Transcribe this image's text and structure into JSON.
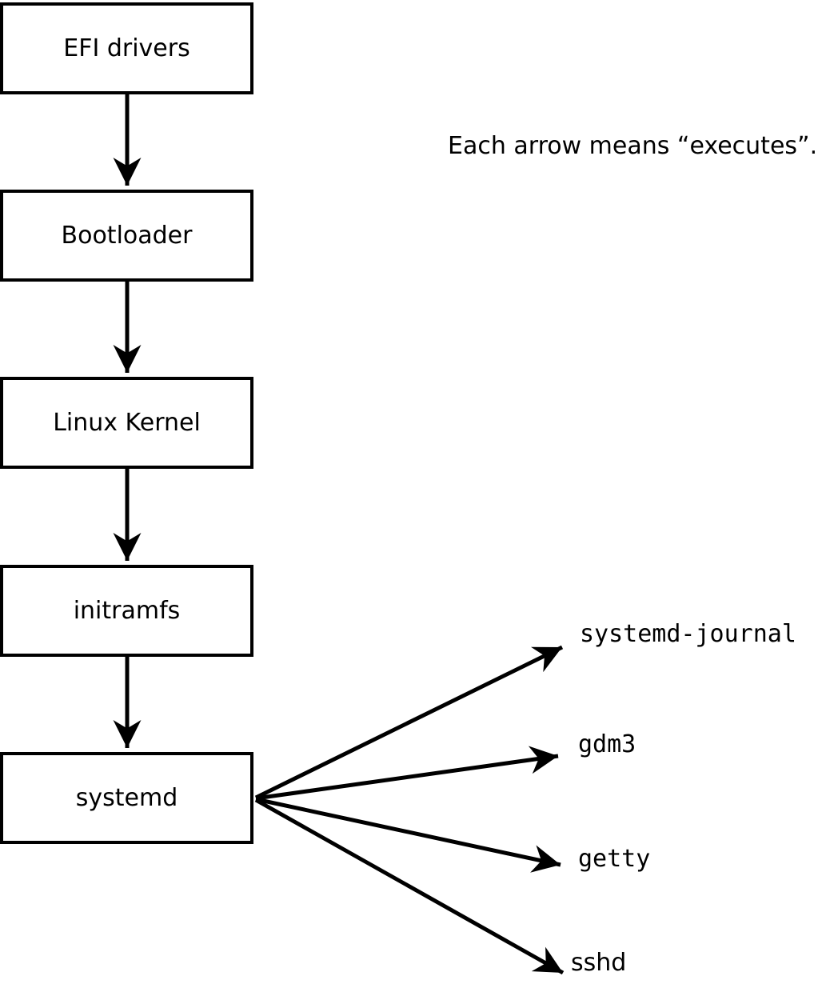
{
  "diagram": {
    "note": "Each arrow means “executes”.",
    "chain_boxes": [
      {
        "label": "EFI drivers"
      },
      {
        "label": "Bootloader"
      },
      {
        "label": "Linux Kernel"
      },
      {
        "label": "initramfs"
      },
      {
        "label": "systemd"
      }
    ],
    "spawned_processes": [
      {
        "label": "systemd-journal"
      },
      {
        "label": "gdm3"
      },
      {
        "label": "getty"
      },
      {
        "label": "sshd"
      }
    ],
    "arrow_semantic": "executes",
    "colors": {
      "line": "#000000",
      "background": "#ffffff",
      "box_fill": "#ffffff",
      "text": "#000000"
    }
  }
}
